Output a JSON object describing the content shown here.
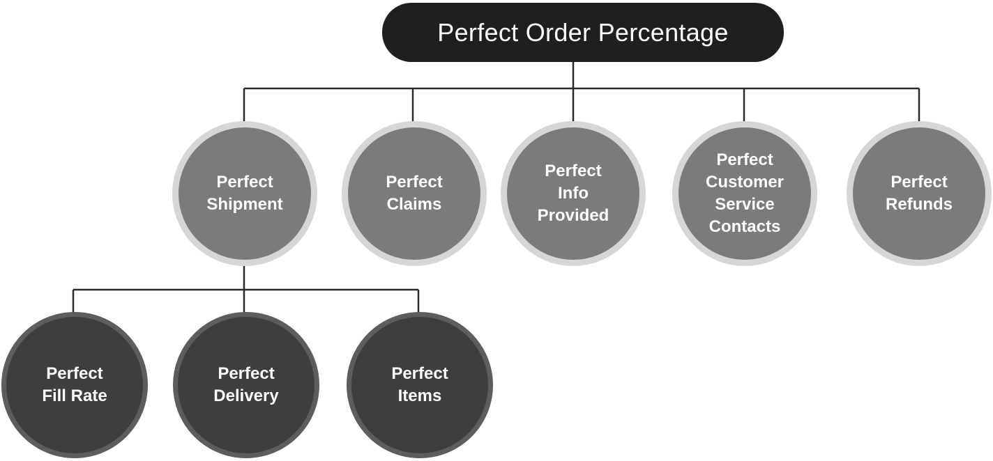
{
  "title": "Perfect Order Percentage",
  "level2": [
    {
      "id": "shipment",
      "label": "Perfect\nShipment"
    },
    {
      "id": "claims",
      "label": "Perfect\nClaims"
    },
    {
      "id": "info",
      "label": "Perfect\nInfo\nProvided"
    },
    {
      "id": "customer-service",
      "label": "Perfect\nCustomer\nService\nContacts"
    },
    {
      "id": "refunds",
      "label": "Perfect\nRefunds"
    }
  ],
  "level3": [
    {
      "id": "fill-rate",
      "label": "Perfect\nFill Rate"
    },
    {
      "id": "delivery",
      "label": "Perfect\nDelivery"
    },
    {
      "id": "items",
      "label": "Perfect\nItems"
    }
  ],
  "colors": {
    "title_bg": "#1f1f1f",
    "level2_fill": "#7b7b7b",
    "level2_ring": "#d6d6d6",
    "level3_fill": "#3e3e3e",
    "level3_ring": "#5d5d5d",
    "connector": "#2a2a2a"
  }
}
